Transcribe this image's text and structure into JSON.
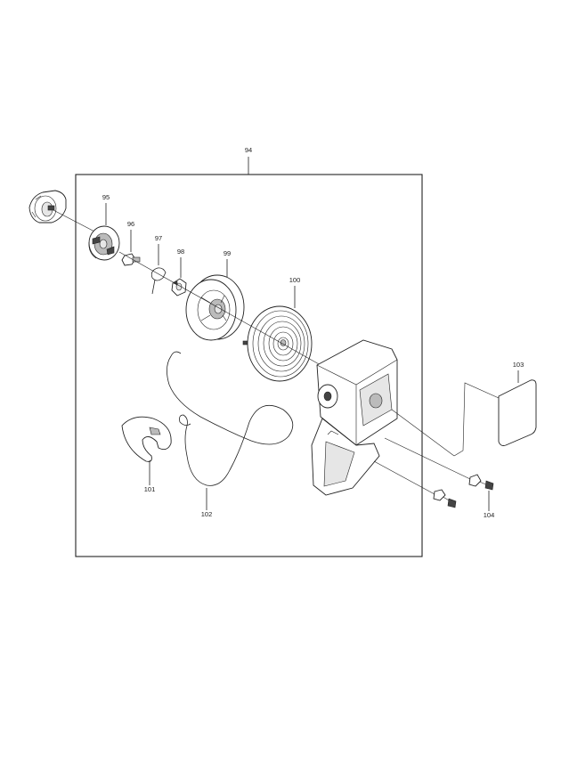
{
  "callouts": {
    "c94": "94",
    "c95": "95",
    "c96": "96",
    "c97": "97",
    "c98": "98",
    "c99": "99",
    "c100": "100",
    "c101": "101",
    "c102": "102",
    "c103": "103",
    "c104": "104"
  }
}
